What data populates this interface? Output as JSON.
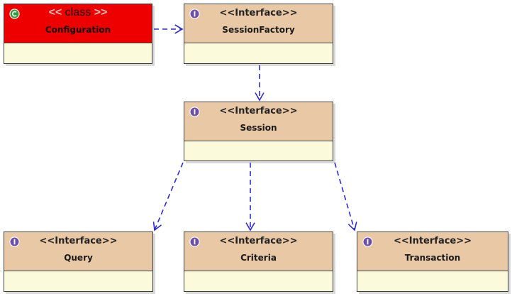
{
  "diagram": {
    "colors": {
      "interface_header": "#e8c8a5",
      "class_header": "#ee0000",
      "compartment": "#fbfbdc",
      "arrow": "#2a2adf"
    },
    "nodes": {
      "configuration": {
        "kind": "class",
        "stereo_open": "<<",
        "stereo_word": "class",
        "stereo_close": ">>",
        "name": "Configuration",
        "icon": "class-c-icon"
      },
      "sessionfactory": {
        "kind": "interface",
        "stereotype": "<<Interface>>",
        "name": "SessionFactory",
        "icon": "interface-i-icon"
      },
      "session": {
        "kind": "interface",
        "stereotype": "<<Interface>>",
        "name": "Session",
        "icon": "interface-i-icon"
      },
      "query": {
        "kind": "interface",
        "stereotype": "<<Interface>>",
        "name": "Query",
        "icon": "interface-i-icon"
      },
      "criteria": {
        "kind": "interface",
        "stereotype": "<<Interface>>",
        "name": "Criteria",
        "icon": "interface-i-icon"
      },
      "transaction": {
        "kind": "interface",
        "stereotype": "<<Interface>>",
        "name": "Transaction",
        "icon": "interface-i-icon"
      }
    },
    "edges": [
      {
        "from": "configuration",
        "to": "sessionfactory",
        "style": "dashed",
        "head": "open-arrow"
      },
      {
        "from": "sessionfactory",
        "to": "session",
        "style": "dashed",
        "head": "open-arrow"
      },
      {
        "from": "session",
        "to": "query",
        "style": "dashed",
        "head": "open-arrow"
      },
      {
        "from": "session",
        "to": "criteria",
        "style": "dashed",
        "head": "open-arrow"
      },
      {
        "from": "session",
        "to": "transaction",
        "style": "dashed",
        "head": "open-arrow"
      }
    ]
  }
}
